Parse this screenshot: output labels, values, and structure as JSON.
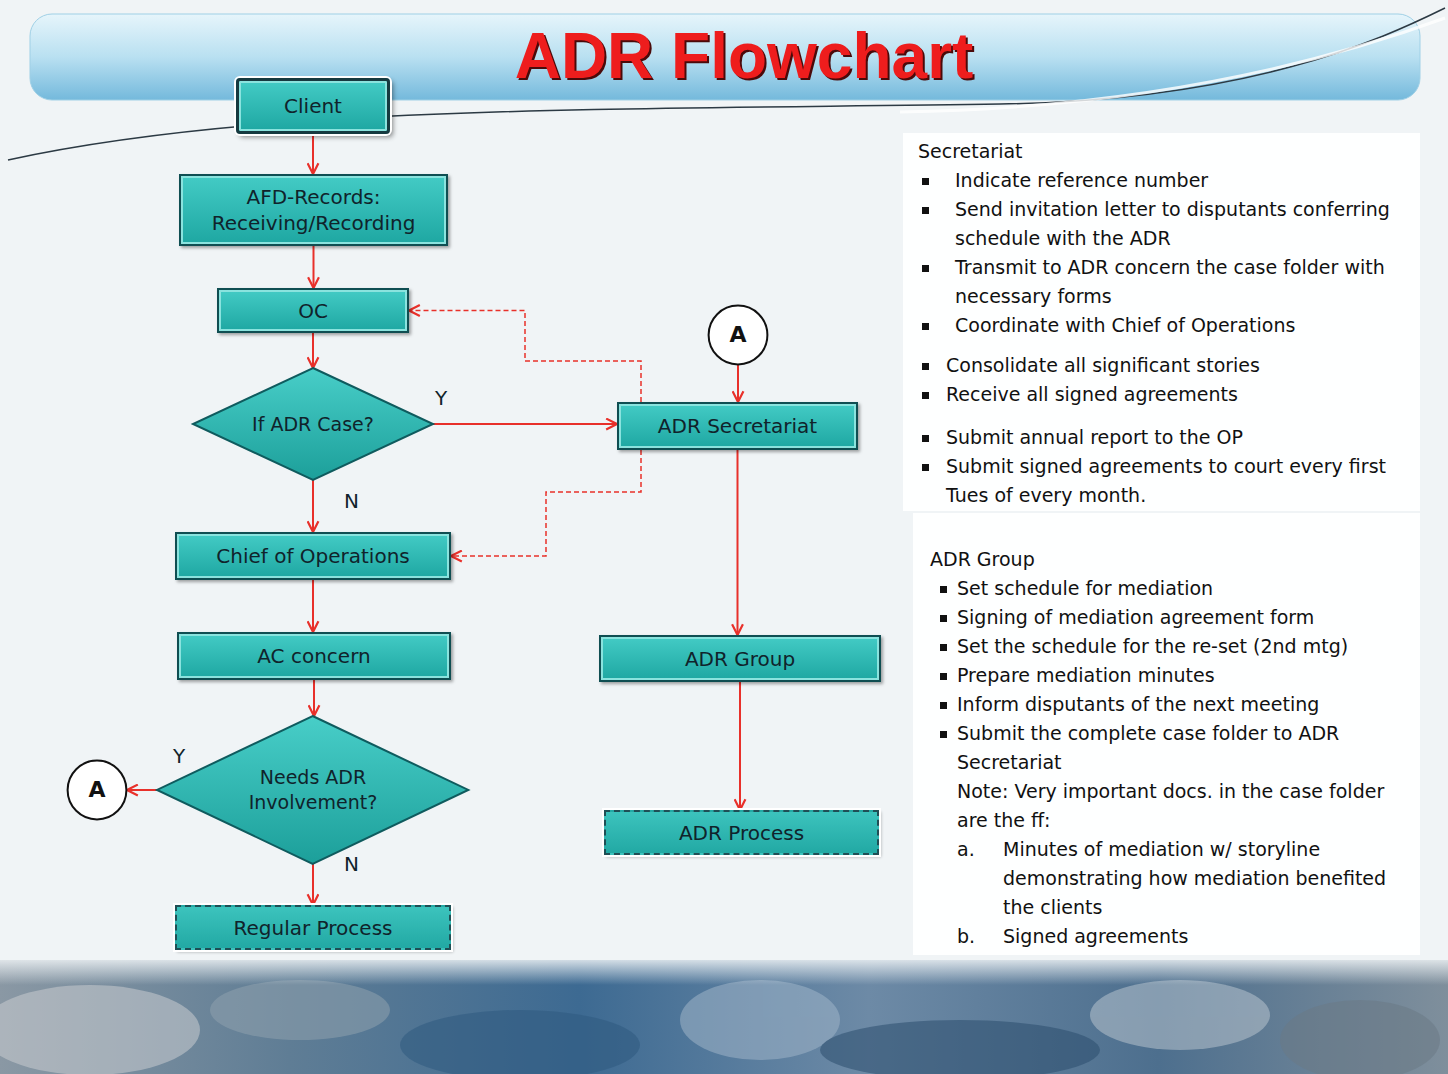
{
  "diagram": {
    "title": "ADR Flowchart",
    "nodes": [
      {
        "text": [
          "Client"
        ]
      },
      {
        "text": [
          "AFD-Records: Receiving/Recording"
        ]
      },
      {
        "text": [
          "OC"
        ]
      },
      {
        "text": [
          "A"
        ]
      },
      {
        "text": [
          "If ADR Case?"
        ]
      },
      {
        "text": [
          "ADR Secretariat"
        ]
      },
      {
        "text": [
          "Chief of Operations"
        ]
      },
      {
        "text": [
          "AC concern"
        ]
      },
      {
        "text": [
          "ADR Group"
        ]
      },
      {
        "text": [
          "A"
        ]
      },
      {
        "text": [
          "Needs ADR Involvement?"
        ]
      },
      {
        "text": [
          "ADR Process"
        ]
      },
      {
        "text": [
          "Regular Process"
        ]
      }
    ],
    "edges": [
      {
        "from": 0,
        "to": 1,
        "arrow": "to"
      },
      {
        "from": 1,
        "to": 2,
        "arrow": "to"
      },
      {
        "from": 2,
        "to": 4,
        "arrow": "to"
      },
      {
        "from": 4,
        "to": 5,
        "arrow": "to",
        "label": "Y"
      },
      {
        "from": 4,
        "to": 6,
        "arrow": "to",
        "label": "N"
      },
      {
        "from": 5,
        "to": 2,
        "arrow": "to"
      },
      {
        "from": 5,
        "to": 6,
        "arrow": "to"
      },
      {
        "from": 3,
        "to": 5,
        "arrow": "to"
      },
      {
        "from": 6,
        "to": 7,
        "arrow": "to"
      },
      {
        "from": 7,
        "to": 10,
        "arrow": "to"
      },
      {
        "from": 10,
        "to": 9,
        "arrow": "to",
        "label": "Y"
      },
      {
        "from": 10,
        "to": 12,
        "arrow": "to",
        "label": "N"
      },
      {
        "from": 5,
        "to": 8,
        "arrow": "to"
      },
      {
        "from": 8,
        "to": 11,
        "arrow": "to"
      }
    ],
    "labels": [
      "Secretariat",
      "Indicate reference number",
      "Send invitation letter to disputants conferring schedule with the ADR",
      "Transmit to ADR concern the case folder with necessary forms",
      "Coordinate with Chief of Operations",
      "Consolidate all significant stories",
      "Receive all signed agreements",
      "Submit annual report to the OP",
      "Submit signed agreements to court every first Tues of every month.",
      "ADR Group",
      "Set schedule for mediation",
      "Signing of mediation agreement form",
      "Set the schedule for the re-set (2nd mtg)",
      "Prepare mediation minutes",
      "Inform disputants of the next meeting",
      "Submit the complete case folder to ADR Secretariat",
      "Note: Very important docs. in the case folder are the ff:",
      "a.",
      "Minutes of mediation w/ storyline demonstrating how mediation benefited the clients",
      "b.",
      "Signed agreements"
    ]
  }
}
